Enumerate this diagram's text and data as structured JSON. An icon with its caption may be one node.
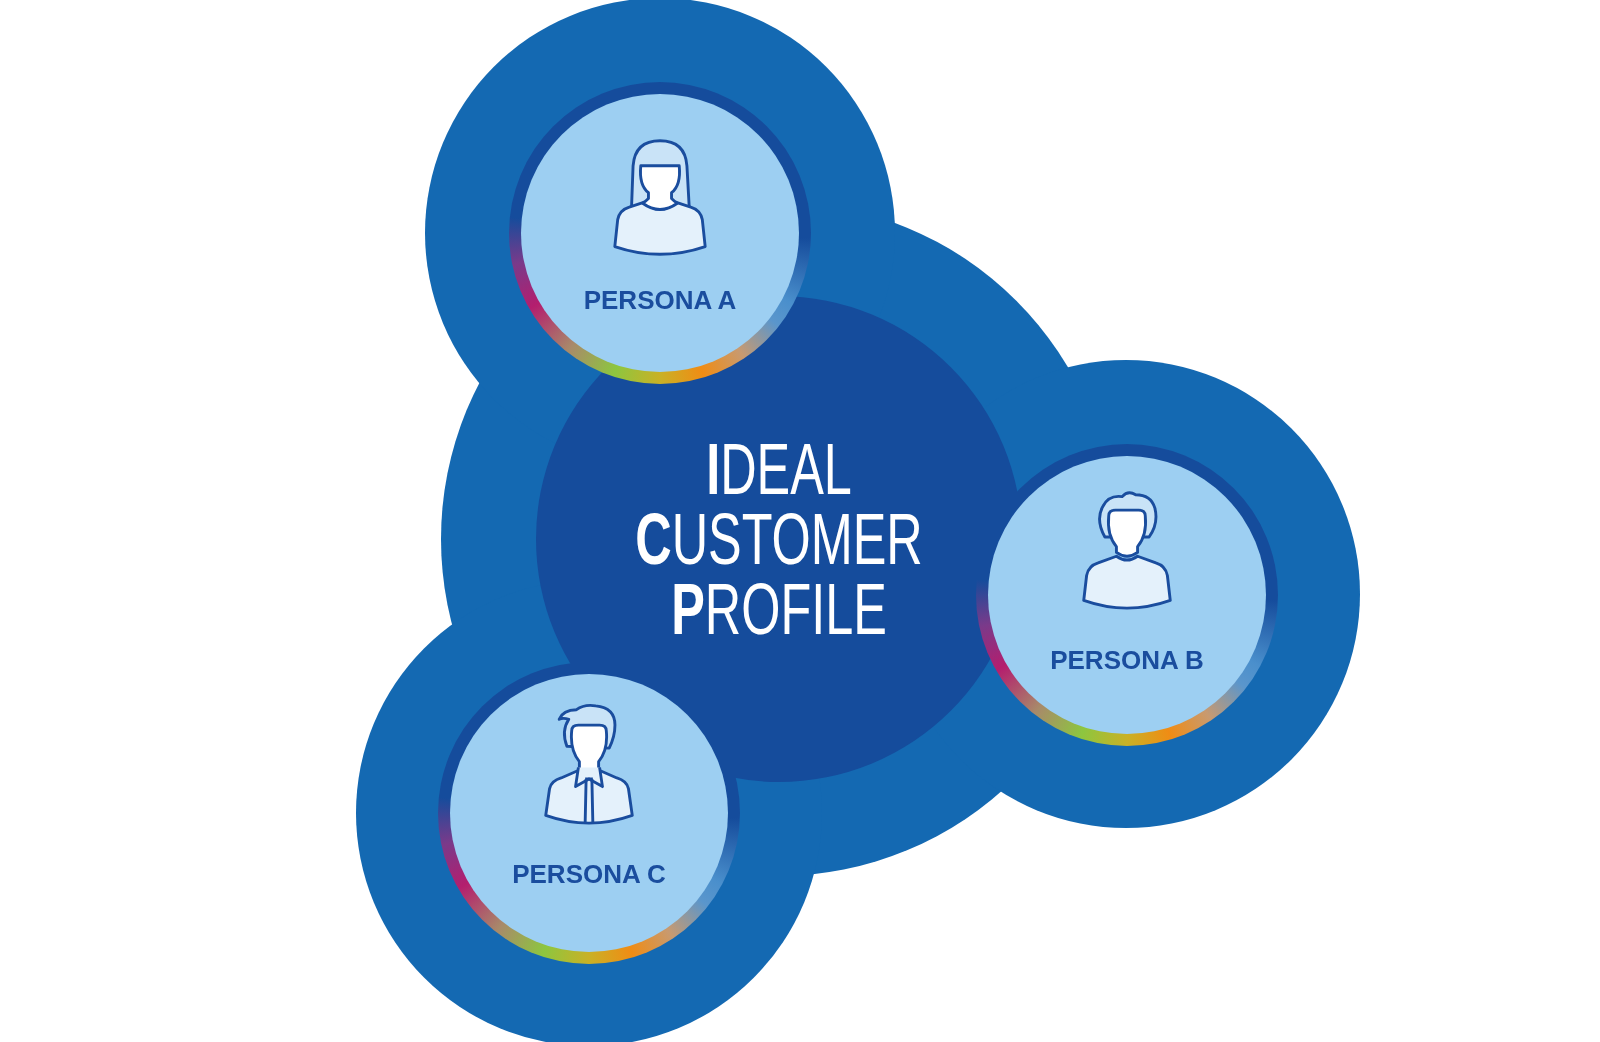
{
  "diagram": {
    "nodes": [
      {
        "text": [
          "**I**DEAL **C**USTOMER **P**ROFILE"
        ]
      },
      {
        "text": [
          "PERSONA A"
        ]
      },
      {
        "text": [
          "PERSONA B"
        ]
      },
      {
        "text": [
          "PERSONA C"
        ]
      }
    ]
  }
}
